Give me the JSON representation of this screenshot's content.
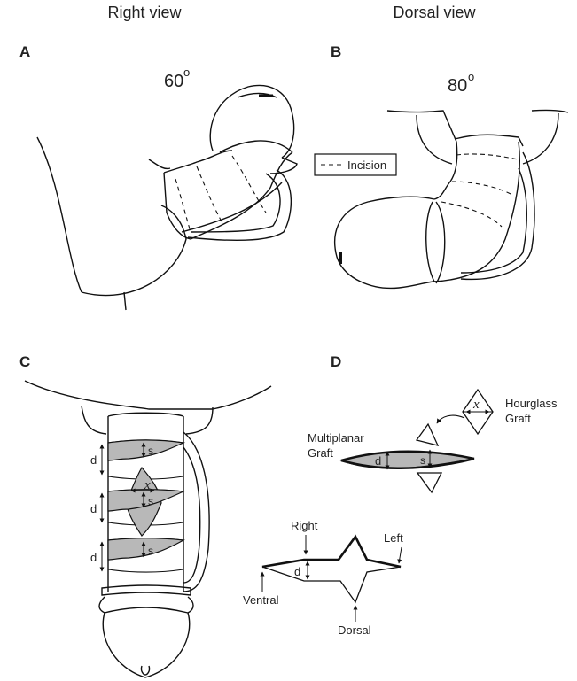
{
  "headers": {
    "right_view": "Right view",
    "dorsal_view": "Dorsal view"
  },
  "panels": {
    "a": "A",
    "b": "B",
    "c": "C",
    "d": "D"
  },
  "panel_a": {
    "angle": "60",
    "degree_symbol": "o"
  },
  "panel_b": {
    "angle": "80",
    "degree_symbol": "o"
  },
  "legend": {
    "incision": "Incision"
  },
  "panel_c": {
    "d_label": "d",
    "s_label": "s",
    "x_label": "x"
  },
  "panel_d": {
    "hourglass_x": "x",
    "hourglass_line1": "Hourglass",
    "hourglass_line2": "Graft",
    "multiplanar_line1": "Multiplanar",
    "multiplanar_line2": "Graft",
    "d_label": "d",
    "s_label": "s",
    "right": "Right",
    "left": "Left",
    "ventral": "Ventral",
    "dorsal": "Dorsal"
  }
}
